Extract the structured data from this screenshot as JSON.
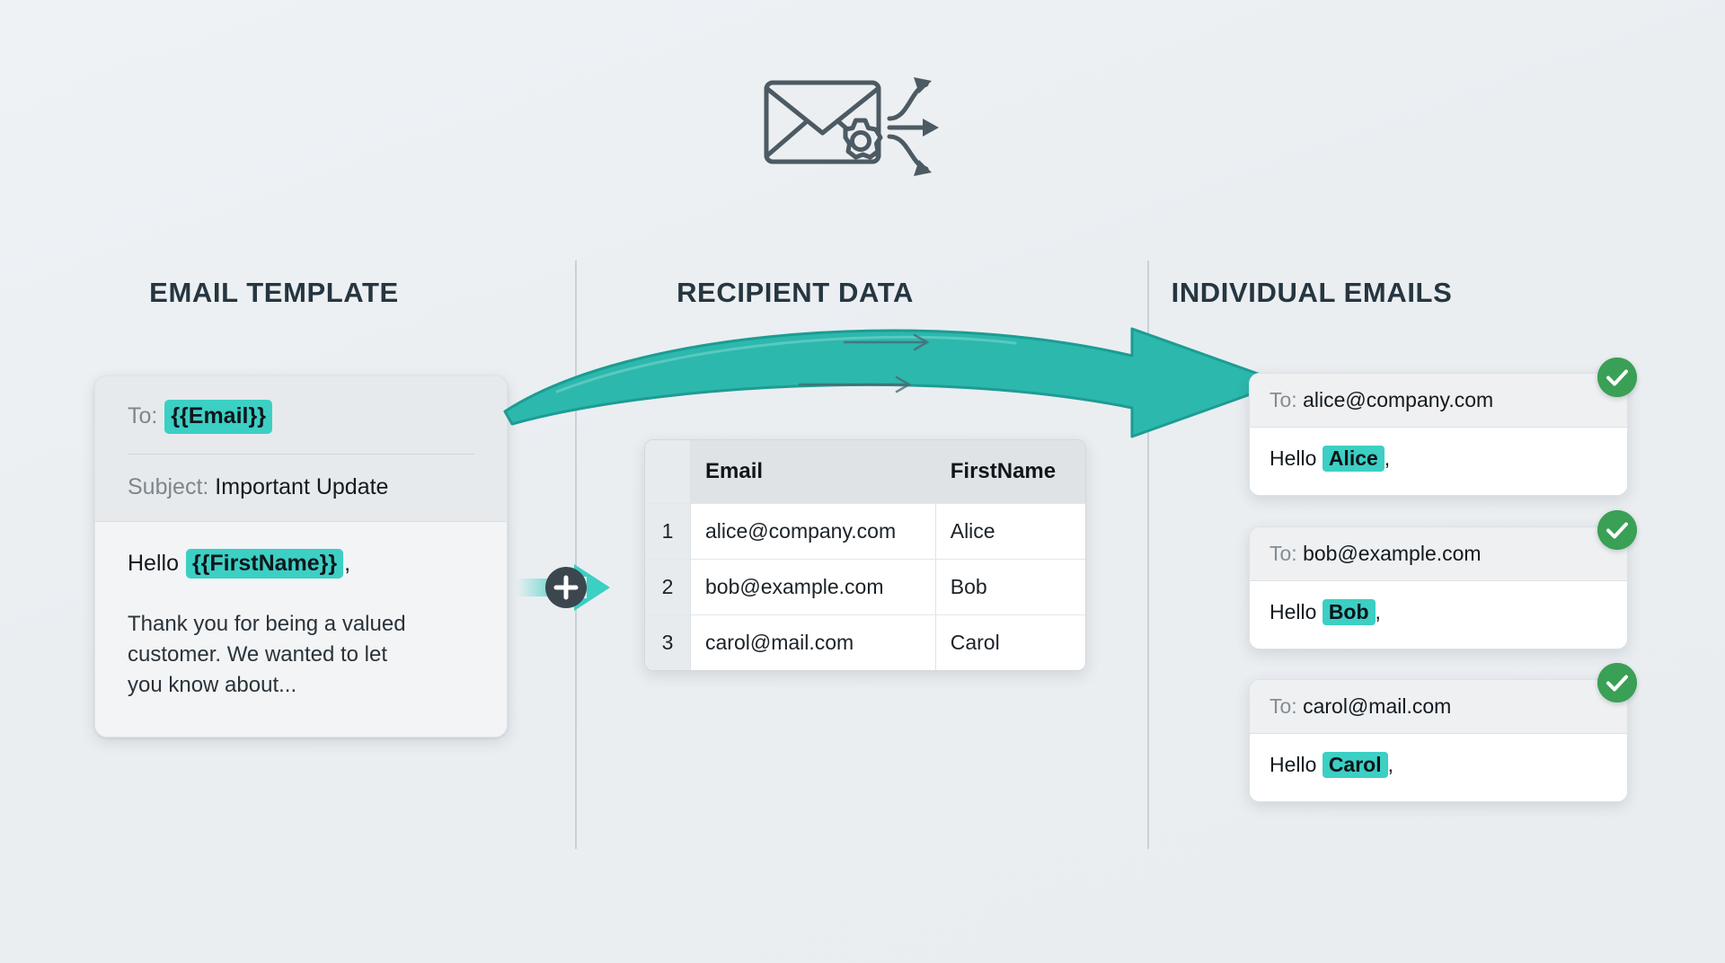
{
  "header": {
    "icon": "envelope-gear-arrows-icon"
  },
  "columns": {
    "template_title": "EMAIL TEMPLATE",
    "data_title": "RECIPIENT DATA",
    "emails_title": "INDIVIDUAL EMAILS"
  },
  "template": {
    "to_label": "To:",
    "to_token": "{{Email}}",
    "subject_label": "Subject:",
    "subject_value": "Important Update",
    "greeting_prefix": "Hello",
    "greeting_token": "{{FirstName}}",
    "greeting_suffix": ",",
    "body_paragraph": "Thank you for being a valued customer. We wanted to let you know about..."
  },
  "connector": {
    "icon": "plus-merge-icon",
    "arrow_icon": "arrow-right-icon"
  },
  "merge_arrow": {
    "icon": "curved-merge-arrow-icon",
    "color": "#2cb8ad"
  },
  "recipient_table": {
    "columns": [
      "",
      "Email",
      "FirstName"
    ],
    "rows": [
      {
        "index": "1",
        "email": "alice@company.com",
        "first_name": "Alice"
      },
      {
        "index": "2",
        "email": "bob@example.com",
        "first_name": "Bob"
      },
      {
        "index": "3",
        "email": "carol@mail.com",
        "first_name": "Carol"
      }
    ]
  },
  "individual_emails": {
    "to_label": "To:",
    "greeting_prefix": "Hello",
    "greeting_suffix": ",",
    "status_icon": "check-circle-icon",
    "items": [
      {
        "to": "alice@company.com",
        "name": "Alice"
      },
      {
        "to": "bob@example.com",
        "name": "Bob"
      },
      {
        "to": "carol@mail.com",
        "name": "Carol"
      }
    ]
  },
  "colors": {
    "accent_teal": "#3ccfc4",
    "arrow_teal": "#2cb8ad",
    "success_green": "#3aa055",
    "heading": "#263640",
    "background": "#eef1f4"
  }
}
